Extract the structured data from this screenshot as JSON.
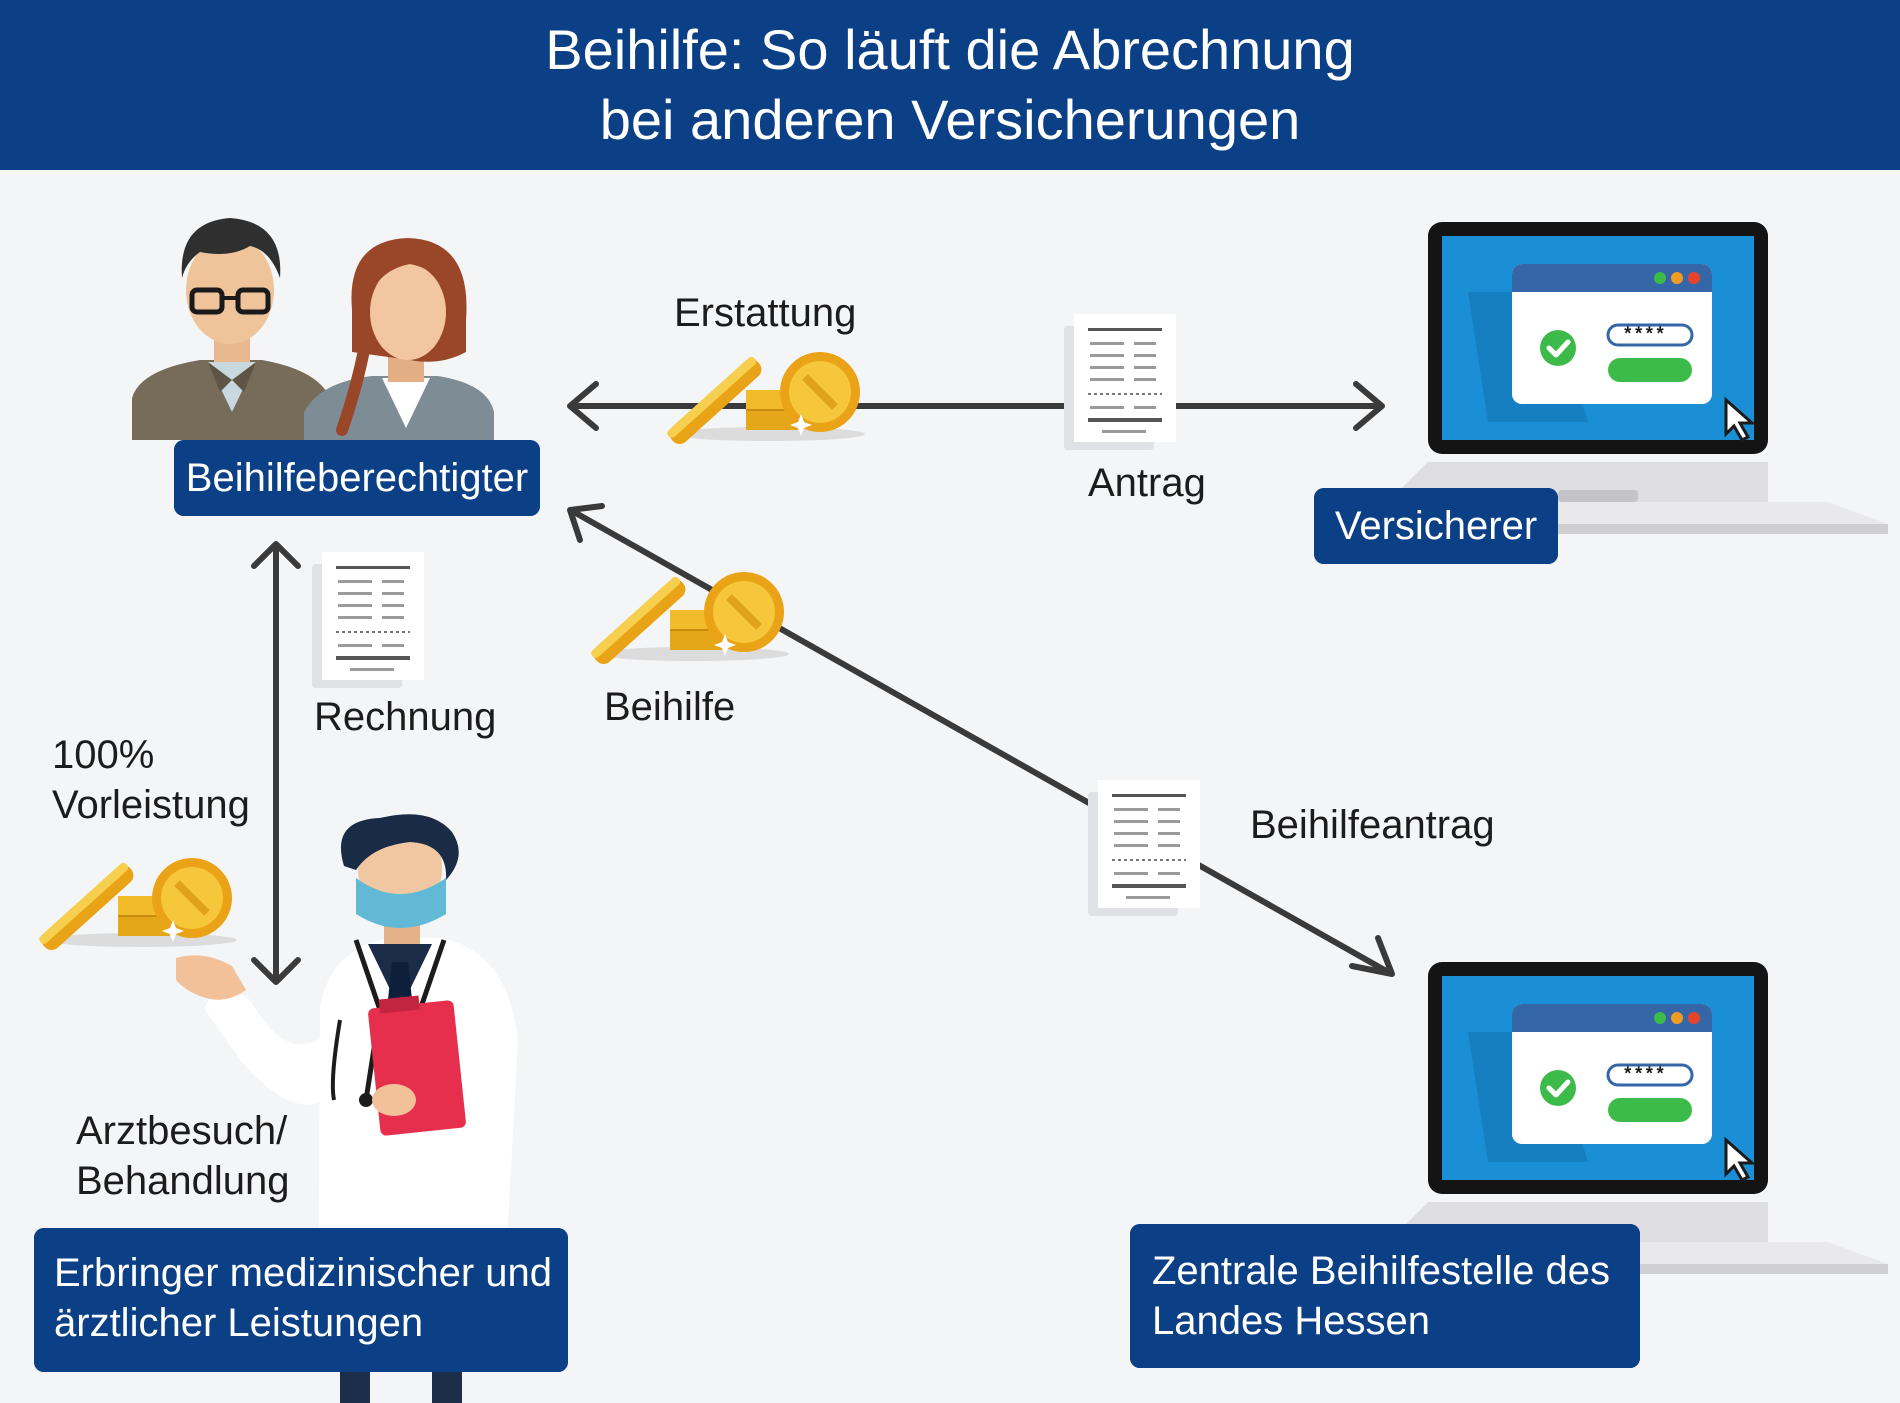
{
  "title": {
    "line1": "Beihilfe: So läuft die Abrechnung",
    "line2": "bei anderen Versicherungen"
  },
  "nodes": {
    "beneficiary": "Beihilfeberechtigter",
    "insurer": "Versicherer",
    "provider_line1": "Erbringer medizinischer und",
    "provider_line2": "ärztlicher Leistungen",
    "office_line1": "Zentrale Beihilfestelle des",
    "office_line2": "Landes Hessen"
  },
  "labels": {
    "erstattung": "Erstattung",
    "antrag": "Antrag",
    "rechnung": "Rechnung",
    "beihilfe": "Beihilfe",
    "beihilfeantrag": "Beihilfeantrag",
    "vorleistung_line1": "100%",
    "vorleistung_line2": "Vorleistung",
    "arztbesuch_line1": "Arztbesuch/",
    "arztbesuch_line2": "Behandlung"
  },
  "screen": {
    "password_mask": "****"
  },
  "colors": {
    "header_bg": "#0b3f86",
    "badge_bg": "#0b3f86",
    "background": "#f4f5f7",
    "arrow": "#3a3a3a",
    "coin_gold": "#f2b71e",
    "screen_blue": "#1a8fd6",
    "check_green": "#3dbb4a"
  },
  "icons": [
    "couple-icon",
    "doctor-icon",
    "laptop-icon",
    "document-icon",
    "coins-icon",
    "cursor-icon",
    "check-icon"
  ]
}
